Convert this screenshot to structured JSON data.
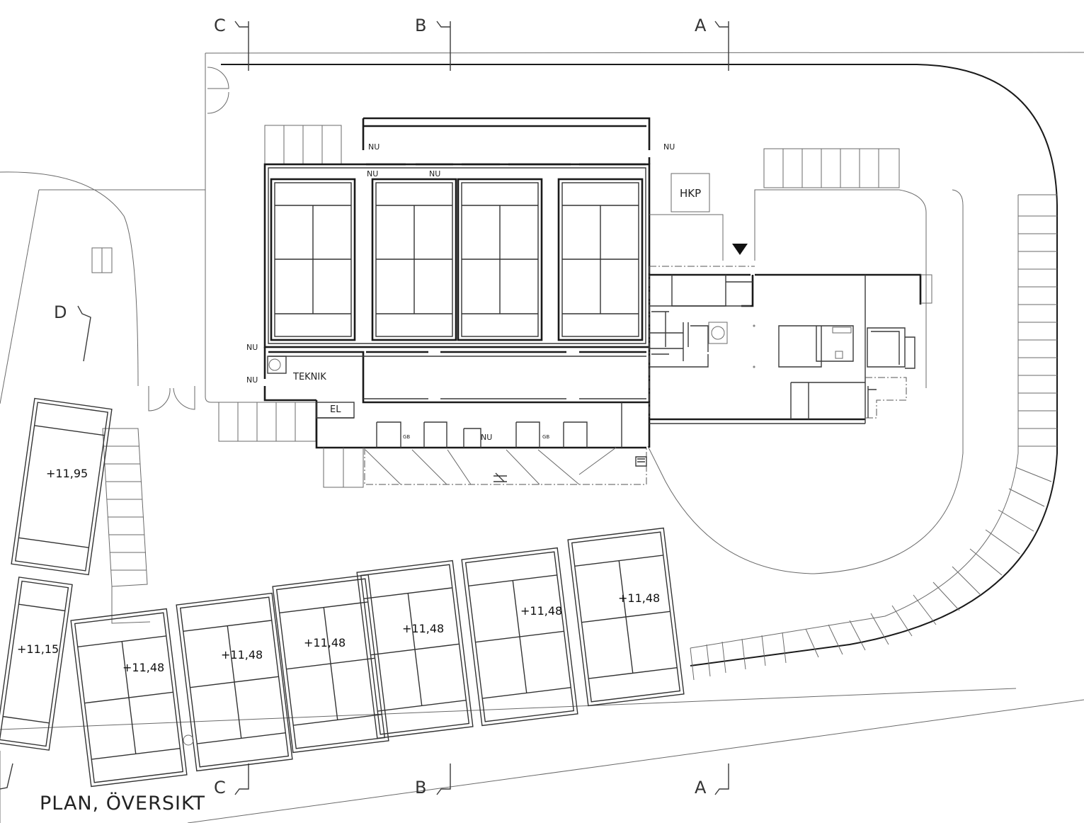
{
  "drawing": {
    "title": "PLAN, ÖVERSIKT",
    "sections": {
      "a_top": "A",
      "b_top": "B",
      "c_top": "C",
      "a_bottom": "A",
      "b_bottom": "B",
      "c_bottom": "C",
      "d": "D"
    },
    "rooms": {
      "hkp": "HKP",
      "teknik": "TEKNIK",
      "el": "EL"
    },
    "tags": {
      "nu": "NU",
      "gb": "GB"
    },
    "elevations": {
      "e1": "+11,95",
      "e2": "+11,15",
      "e3": "+11,48",
      "e4": "+11,48",
      "e5": "+11,48",
      "e6": "+11,48",
      "e7": "+11,48",
      "e8": "+11,48"
    },
    "entrance_marker": "entrance-arrow-icon"
  }
}
